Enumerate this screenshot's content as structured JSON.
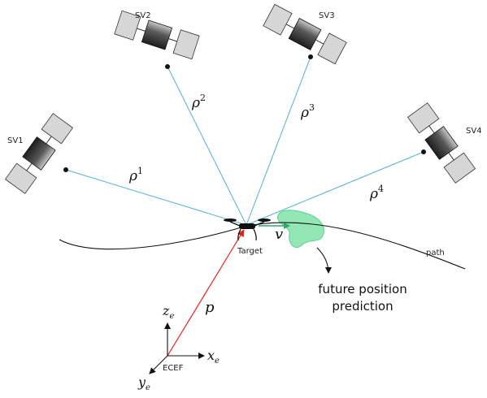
{
  "satellites": {
    "sv1": "SV1",
    "sv2": "SV2",
    "sv3": "SV3",
    "sv4": "SV4"
  },
  "ranges": {
    "rho1": {
      "base": "ρ",
      "sup": "1"
    },
    "rho2": {
      "base": "ρ",
      "sup": "2"
    },
    "rho3": {
      "base": "ρ",
      "sup": "3"
    },
    "rho4": {
      "base": "ρ",
      "sup": "4"
    }
  },
  "labels": {
    "target": "Target",
    "path": "path",
    "velocity": "v",
    "position": "p",
    "prediction_line1": "future position",
    "prediction_line2": "prediction"
  },
  "frame": {
    "origin": "ECEF",
    "x": {
      "base": "x",
      "sub": "e"
    },
    "y": {
      "base": "y",
      "sub": "e"
    },
    "z": {
      "base": "z",
      "sub": "e"
    }
  },
  "colors": {
    "range_line": "#4fb0d6",
    "position_vector": "#e82020",
    "prediction_blob": "#7fe3a8",
    "panel": "#d6d6d6",
    "body_dark": "#2e2e2e"
  }
}
